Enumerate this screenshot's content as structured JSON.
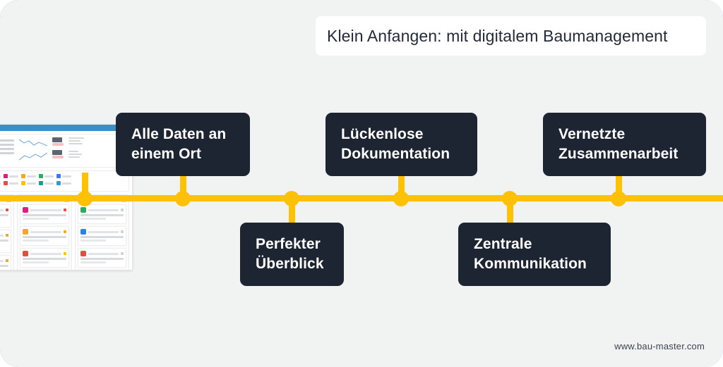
{
  "slide": {
    "title": "Klein Anfangen: mit digitalem Baumanagement",
    "footer_url": "www.bau-master.com",
    "colors": {
      "accent": "#FFC107",
      "card_background": "#1E2532",
      "canvas_background": "#F1F2F2",
      "frame_blue": "#5A9EC9",
      "title_text": "#242B38",
      "card_text": "#FFFFFF"
    }
  },
  "timeline": {
    "dot_count": 6,
    "milestones": [
      {
        "id": "m1",
        "label": "",
        "position": "above",
        "has_card": false
      },
      {
        "id": "m2",
        "label": "Alle Daten an\neinem Ort",
        "position": "above",
        "has_card": true
      },
      {
        "id": "m3",
        "label": "Perfekter\nÜberblick",
        "position": "below",
        "has_card": true
      },
      {
        "id": "m4",
        "label": "Lückenlose\nDokumentation",
        "position": "above",
        "has_card": true
      },
      {
        "id": "m5",
        "label": "Zentrale\nKommunikation",
        "position": "below",
        "has_card": true
      },
      {
        "id": "m6",
        "label": "Vernetzte\nZusammenarbeit",
        "position": "above",
        "has_card": true
      }
    ]
  },
  "dashboard_preview": {
    "alt": "Baumanagement Dashboard Screenshot",
    "topbar_color": "#3A8FC4",
    "widgets": [
      "donut-chart",
      "legend",
      "sparklines",
      "kpi-numbers",
      "filter-chips",
      "task-columns"
    ]
  }
}
